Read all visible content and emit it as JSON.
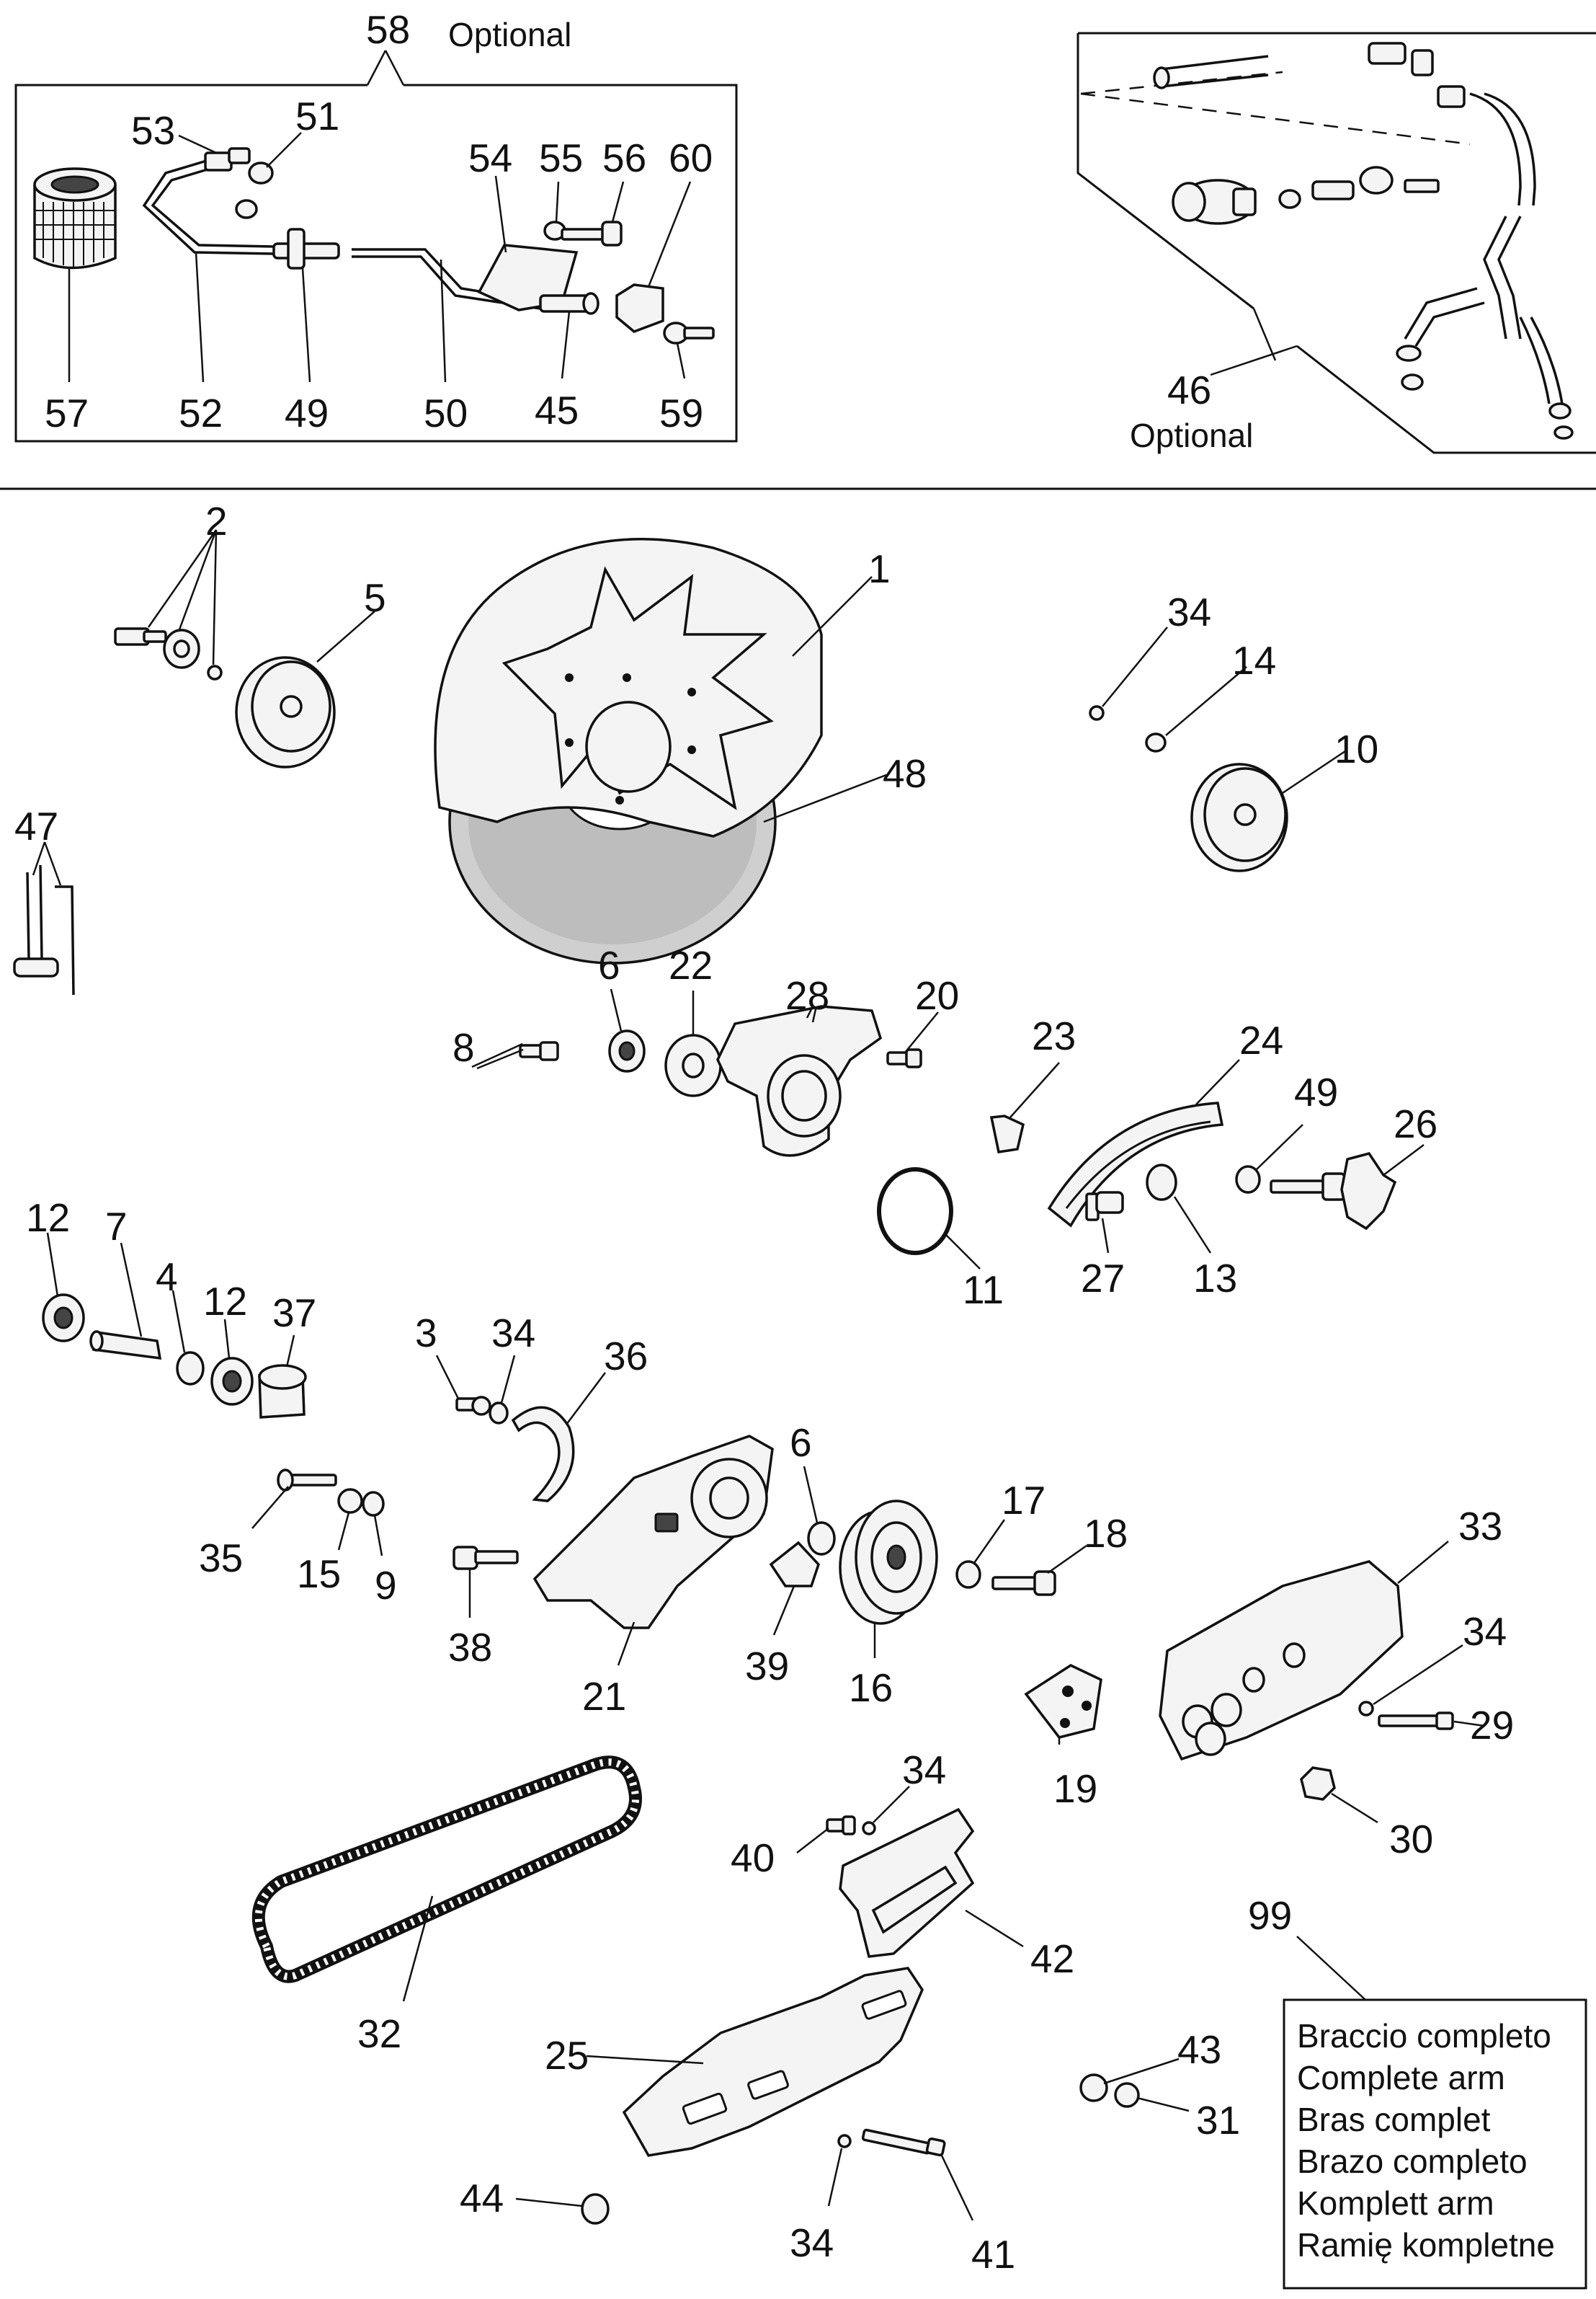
{
  "callouts": {
    "c58": "58",
    "c53": "53",
    "c51": "51",
    "c54": "54",
    "c55": "55",
    "c56": "56",
    "c60": "60",
    "c57": "57",
    "c52": "52",
    "c49a": "49",
    "c50": "50",
    "c45": "45",
    "c59": "59",
    "c46": "46",
    "c2": "2",
    "c5": "5",
    "c1": "1",
    "c34a": "34",
    "c14": "14",
    "c10": "10",
    "c48": "48",
    "c47": "47",
    "c8": "8",
    "c6a": "6",
    "c22": "22",
    "c28": "28",
    "c20": "20",
    "c23": "23",
    "c24": "24",
    "c49b": "49",
    "c26": "26",
    "c11": "11",
    "c27": "27",
    "c13": "13",
    "c12a": "12",
    "c7": "7",
    "c4": "4",
    "c12b": "12",
    "c37": "37",
    "c3": "3",
    "c34b": "34",
    "c36": "36",
    "c6b": "6",
    "c17": "17",
    "c18": "18",
    "c33": "33",
    "c35": "35",
    "c15": "15",
    "c9": "9",
    "c38": "38",
    "c21": "21",
    "c39": "39",
    "c16": "16",
    "c34c": "34",
    "c29": "29",
    "c19": "19",
    "c34d": "34",
    "c30": "30",
    "c40": "40",
    "c42": "42",
    "c32": "32",
    "c99": "99",
    "c25": "25",
    "c43": "43",
    "c31": "31",
    "c44": "44",
    "c34e": "34",
    "c41": "41"
  },
  "notes": {
    "optional_58": "Optional",
    "optional_46": "Optional"
  },
  "legend": {
    "lines": [
      "Braccio completo",
      "Complete arm",
      "Bras complet",
      "Brazo completo",
      "Komplett arm",
      "Ramię kompletne"
    ]
  }
}
